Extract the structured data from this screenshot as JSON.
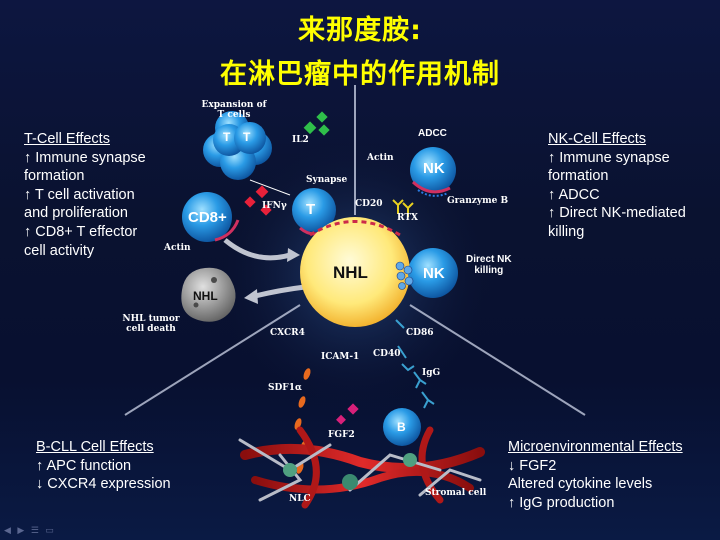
{
  "title": {
    "line1": "来那度胺:",
    "line2": "在淋巴瘤中的作用机制"
  },
  "panels": {
    "t_cell": {
      "heading": "T-Cell Effects",
      "lines": [
        "↑ Immune synapse",
        "formation",
        "↑ T cell activation",
        "and proliferation",
        "↑ CD8+ T effector",
        "cell activity"
      ]
    },
    "nk_cell": {
      "heading": "NK-Cell Effects",
      "lines": [
        "↑ Immune synapse",
        "formation",
        "↑ ADCC",
        "↑ Direct NK-mediated",
        "killing"
      ]
    },
    "b_cll": {
      "heading": "B-CLL Cell Effects",
      "lines": [
        "↑ APC function",
        "↓ CXCR4 expression"
      ]
    },
    "micro": {
      "heading": "Microenvironmental Effects",
      "lines": [
        "↓ FGF2",
        "Altered cytokine levels",
        "↑ IgG production"
      ]
    }
  },
  "diagram": {
    "expansion_line1": "Expansion of",
    "expansion_line2": "T cells",
    "il2": "IL2",
    "adcc": "ADCC",
    "actin_nk": "Actin",
    "synapse": "Synapse",
    "ifn": "IFNγ",
    "cd20": "CD20",
    "granzyme": "Granzyme B",
    "rtx": "RTX",
    "actin_cd8": "Actin",
    "direct_nk_line1": "Direct NK",
    "direct_nk_line2": "killing",
    "death_line1": "NHL tumor",
    "death_line2": "cell death",
    "cxcr4": "CXCR4",
    "cd86": "CD86",
    "icam": "ICAM-1",
    "cd40": "CD40",
    "igg": "IgG",
    "sdf": "SDF1α",
    "fgf2": "FGF2",
    "nlc": "NLC",
    "stromal": "Stromal cell",
    "cells": {
      "t_small_1": "T",
      "t_small_2": "T",
      "t_main": "T",
      "cd8": "CD8+",
      "nk_top": "NK",
      "nk_right": "NK",
      "nhl_main": "NHL",
      "nhl_dead": "NHL",
      "b": "B"
    }
  },
  "colors": {
    "title": "#ffff00",
    "cell_blue": "#1f7fd0",
    "nhl_core": "#fff2a0",
    "red_cytokine": "#e8213a",
    "green_cytokine": "#2fbf4a",
    "orange_sdf": "#e86a1e",
    "stromal_red": "#c81e1e"
  }
}
